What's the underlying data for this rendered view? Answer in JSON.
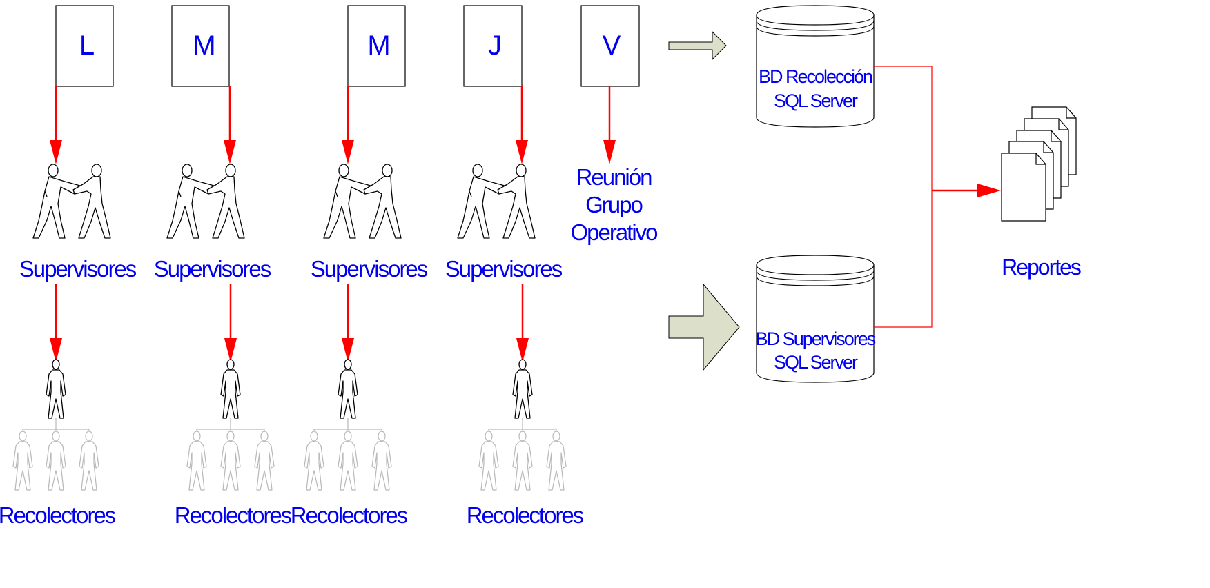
{
  "days": [
    {
      "letter": "L",
      "x": 0,
      "y": 0
    },
    {
      "letter": "M"
    },
    {
      "letter": "M"
    },
    {
      "letter": "J"
    },
    {
      "letter": "V"
    }
  ],
  "supervisores_label": "Supervisores",
  "recolectores_label": "Recolectores",
  "reunion": {
    "line1": "Reunión",
    "line2": "Grupo",
    "line3": "Operativo"
  },
  "db_recoleccion": {
    "line1": "BD Recolección",
    "line2": "SQL Server"
  },
  "db_supervisores": {
    "line1": "BD Supervisores",
    "line2": "SQL Server"
  },
  "reportes_label": "Reportes",
  "colors": {
    "label_blue": "#0000ee",
    "arrow_red": "#ff0000",
    "block_arrow_fill": "#dcdfca"
  }
}
